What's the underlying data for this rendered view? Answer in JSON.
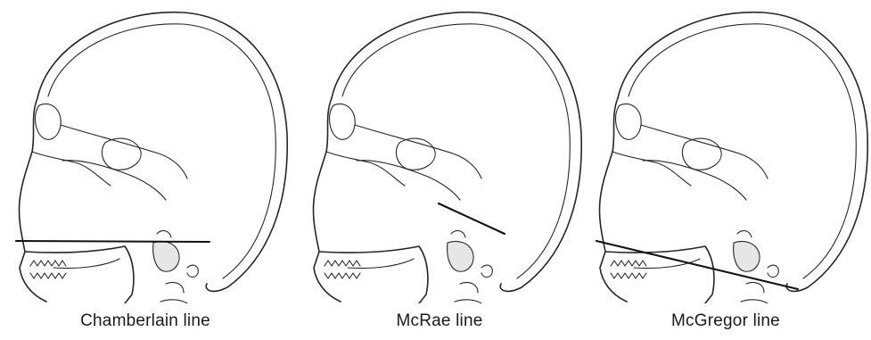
{
  "figure": {
    "panels": [
      {
        "caption": "Chamberlain line",
        "line_type": "chamberlain"
      },
      {
        "caption": "McRae line",
        "line_type": "mcrae"
      },
      {
        "caption": "McGregor line",
        "line_type": "mcgregor"
      }
    ]
  }
}
